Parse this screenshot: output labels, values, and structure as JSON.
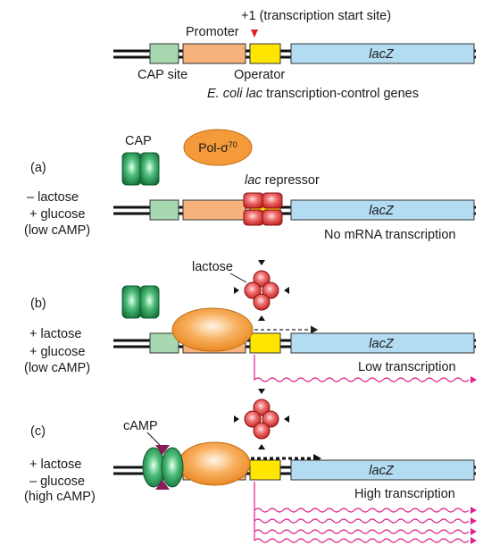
{
  "top": {
    "tss_label": "+1 (transcription start site)",
    "promoter": "Promoter",
    "cap_site": "CAP site",
    "operator": "Operator",
    "gene": "lacZ",
    "caption_italic": "E. coli lac",
    "caption_rest": " transcription-control genes"
  },
  "panel_a": {
    "letter": "(a)",
    "cond1": "– lactose",
    "cond2": "+ glucose",
    "cond3": "(low cAMP)",
    "cap_label": "CAP",
    "pol_label": "Pol-σ",
    "pol_sup": "70",
    "repressor_italic": "lac",
    "repressor_rest": " repressor",
    "gene": "lacZ",
    "result": "No mRNA transcription"
  },
  "panel_b": {
    "letter": "(b)",
    "cond1": "+ lactose",
    "cond2": "+ glucose",
    "cond3": "(low cAMP)",
    "lactose_label": "lactose",
    "gene": "lacZ",
    "result": "Low transcription"
  },
  "panel_c": {
    "letter": "(c)",
    "cond1": "+ lactose",
    "cond2": "– glucose",
    "cond3": "(high cAMP)",
    "camp_label": "cAMP",
    "gene": "lacZ",
    "result": "High transcription"
  },
  "colors": {
    "cap_site": "#a8d8b0",
    "promoter": "#f7b27c",
    "operator": "#ffe600",
    "lacz": "#b3dcf2",
    "cap_protein": "#2e9e5a",
    "polymerase": "#f59a3a",
    "repressor": "#e04a4a",
    "mrna": "#e0208a",
    "camp": "#8b1a5a"
  }
}
